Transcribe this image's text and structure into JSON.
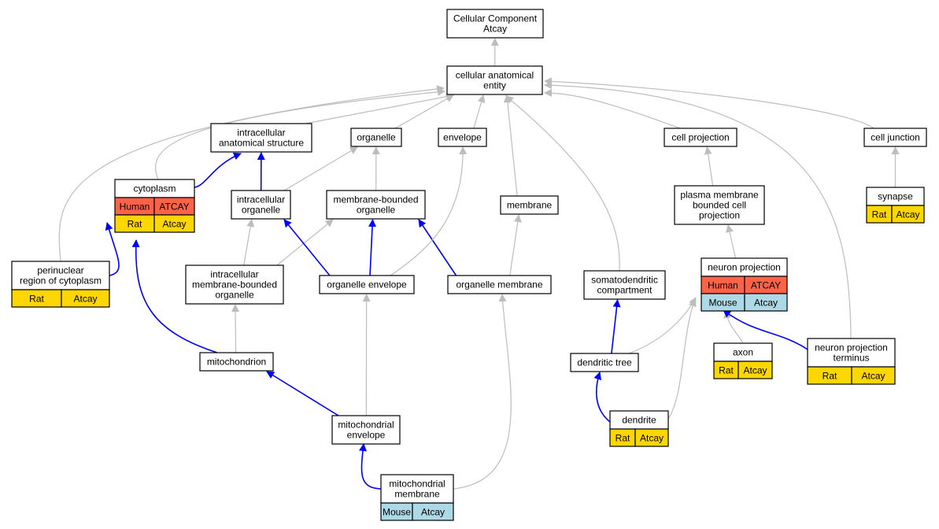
{
  "colors": {
    "human": "#ff6347",
    "rat": "#ffd700",
    "mouse": "#add8e6",
    "edge_is_a": "#bdbdbd",
    "edge_part_of": "#0000ff"
  },
  "nodes": {
    "root": {
      "lines": [
        "Cellular Component",
        "Atcay"
      ]
    },
    "cae": {
      "lines": [
        "cellular anatomical",
        "entity"
      ]
    },
    "ias": {
      "lines": [
        "intracellular",
        "anatomical structure"
      ]
    },
    "organelle": {
      "lines": [
        "organelle"
      ]
    },
    "envelope": {
      "lines": [
        "envelope"
      ]
    },
    "cellproj": {
      "lines": [
        "cell projection"
      ]
    },
    "celljunction": {
      "lines": [
        "cell junction"
      ]
    },
    "cytoplasm": {
      "lines": [
        "cytoplasm"
      ],
      "rows": [
        [
          {
            "label": "Human",
            "color": "human"
          },
          {
            "label": "ATCAY",
            "color": "human"
          }
        ],
        [
          {
            "label": "Rat",
            "color": "rat"
          },
          {
            "label": "Atcay",
            "color": "rat"
          }
        ]
      ]
    },
    "intraorg": {
      "lines": [
        "intracellular",
        "organelle"
      ]
    },
    "mbo": {
      "lines": [
        "membrane-bounded",
        "organelle"
      ]
    },
    "membrane": {
      "lines": [
        "membrane"
      ]
    },
    "pmbcp": {
      "lines": [
        "plasma membrane",
        "bounded cell",
        "projection"
      ]
    },
    "synapse": {
      "lines": [
        "synapse"
      ],
      "rows": [
        [
          {
            "label": "Rat",
            "color": "rat"
          },
          {
            "label": "Atcay",
            "color": "rat"
          }
        ]
      ]
    },
    "perinuclear": {
      "lines": [
        "perinuclear",
        "region of cytoplasm"
      ],
      "rows": [
        [
          {
            "label": "Rat",
            "color": "rat"
          },
          {
            "label": "Atcay",
            "color": "rat"
          }
        ]
      ]
    },
    "imbo": {
      "lines": [
        "intracellular",
        "membrane-bounded",
        "organelle"
      ]
    },
    "orgenv": {
      "lines": [
        "organelle envelope"
      ]
    },
    "orgmem": {
      "lines": [
        "organelle membrane"
      ]
    },
    "somato": {
      "lines": [
        "somatodendritic",
        "compartment"
      ]
    },
    "neuronproj": {
      "lines": [
        "neuron projection"
      ],
      "rows": [
        [
          {
            "label": "Human",
            "color": "human"
          },
          {
            "label": "ATCAY",
            "color": "human"
          }
        ],
        [
          {
            "label": "Mouse",
            "color": "mouse"
          },
          {
            "label": "Atcay",
            "color": "mouse"
          }
        ]
      ]
    },
    "axon": {
      "lines": [
        "axon"
      ],
      "rows": [
        [
          {
            "label": "Rat",
            "color": "rat"
          },
          {
            "label": "Atcay",
            "color": "rat"
          }
        ]
      ]
    },
    "npt": {
      "lines": [
        "neuron projection",
        "terminus"
      ],
      "rows": [
        [
          {
            "label": "Rat",
            "color": "rat"
          },
          {
            "label": "Atcay",
            "color": "rat"
          }
        ]
      ]
    },
    "mito": {
      "lines": [
        "mitochondrion"
      ]
    },
    "dendtree": {
      "lines": [
        "dendritic tree"
      ]
    },
    "mitoenv": {
      "lines": [
        "mitochondrial",
        "envelope"
      ]
    },
    "dendrite": {
      "lines": [
        "dendrite"
      ],
      "rows": [
        [
          {
            "label": "Rat",
            "color": "rat"
          },
          {
            "label": "Atcay",
            "color": "rat"
          }
        ]
      ]
    },
    "mitomem": {
      "lines": [
        "mitochondrial",
        "membrane"
      ],
      "rows": [
        [
          {
            "label": "Mouse",
            "color": "mouse"
          },
          {
            "label": "Atcay",
            "color": "mouse"
          }
        ]
      ]
    }
  },
  "edges": [
    {
      "from": "cae",
      "to": "root",
      "kind": "is_a"
    },
    {
      "from": "ias",
      "to": "cae",
      "kind": "is_a"
    },
    {
      "from": "organelle",
      "to": "cae",
      "kind": "is_a"
    },
    {
      "from": "envelope",
      "to": "cae",
      "kind": "is_a"
    },
    {
      "from": "cellproj",
      "to": "cae",
      "kind": "is_a"
    },
    {
      "from": "celljunction",
      "to": "cae",
      "kind": "is_a"
    },
    {
      "from": "cytoplasm",
      "to": "cae",
      "kind": "is_a"
    },
    {
      "from": "perinuclear",
      "to": "cae",
      "kind": "is_a"
    },
    {
      "from": "membrane",
      "to": "cae",
      "kind": "is_a"
    },
    {
      "from": "somato",
      "to": "cae",
      "kind": "is_a"
    },
    {
      "from": "npt",
      "to": "cae",
      "kind": "is_a"
    },
    {
      "from": "cytoplasm",
      "to": "ias",
      "kind": "part_of"
    },
    {
      "from": "intraorg",
      "to": "ias",
      "kind": "part_of"
    },
    {
      "from": "intraorg",
      "to": "organelle",
      "kind": "is_a"
    },
    {
      "from": "mbo",
      "to": "organelle",
      "kind": "is_a"
    },
    {
      "from": "synapse",
      "to": "celljunction",
      "kind": "is_a"
    },
    {
      "from": "pmbcp",
      "to": "cellproj",
      "kind": "is_a"
    },
    {
      "from": "neuronproj",
      "to": "pmbcp",
      "kind": "is_a"
    },
    {
      "from": "perinuclear",
      "to": "cytoplasm",
      "kind": "part_of"
    },
    {
      "from": "mito",
      "to": "cytoplasm",
      "kind": "part_of"
    },
    {
      "from": "imbo",
      "to": "intraorg",
      "kind": "is_a"
    },
    {
      "from": "imbo",
      "to": "mbo",
      "kind": "is_a"
    },
    {
      "from": "orgenv",
      "to": "intraorg",
      "kind": "part_of"
    },
    {
      "from": "orgenv",
      "to": "mbo",
      "kind": "part_of"
    },
    {
      "from": "orgmem",
      "to": "mbo",
      "kind": "part_of"
    },
    {
      "from": "orgenv",
      "to": "envelope",
      "kind": "is_a"
    },
    {
      "from": "orgmem",
      "to": "membrane",
      "kind": "is_a"
    },
    {
      "from": "mito",
      "to": "imbo",
      "kind": "is_a"
    },
    {
      "from": "mitoenv",
      "to": "orgenv",
      "kind": "is_a"
    },
    {
      "from": "mitoenv",
      "to": "mito",
      "kind": "part_of"
    },
    {
      "from": "mitomem",
      "to": "mitoenv",
      "kind": "part_of"
    },
    {
      "from": "mitomem",
      "to": "orgmem",
      "kind": "is_a"
    },
    {
      "from": "dendtree",
      "to": "somato",
      "kind": "part_of"
    },
    {
      "from": "dendtree",
      "to": "neuronproj",
      "kind": "is_a"
    },
    {
      "from": "dendrite",
      "to": "dendtree",
      "kind": "part_of"
    },
    {
      "from": "dendrite",
      "to": "neuronproj",
      "kind": "is_a"
    },
    {
      "from": "axon",
      "to": "neuronproj",
      "kind": "is_a"
    },
    {
      "from": "npt",
      "to": "neuronproj",
      "kind": "part_of"
    }
  ]
}
